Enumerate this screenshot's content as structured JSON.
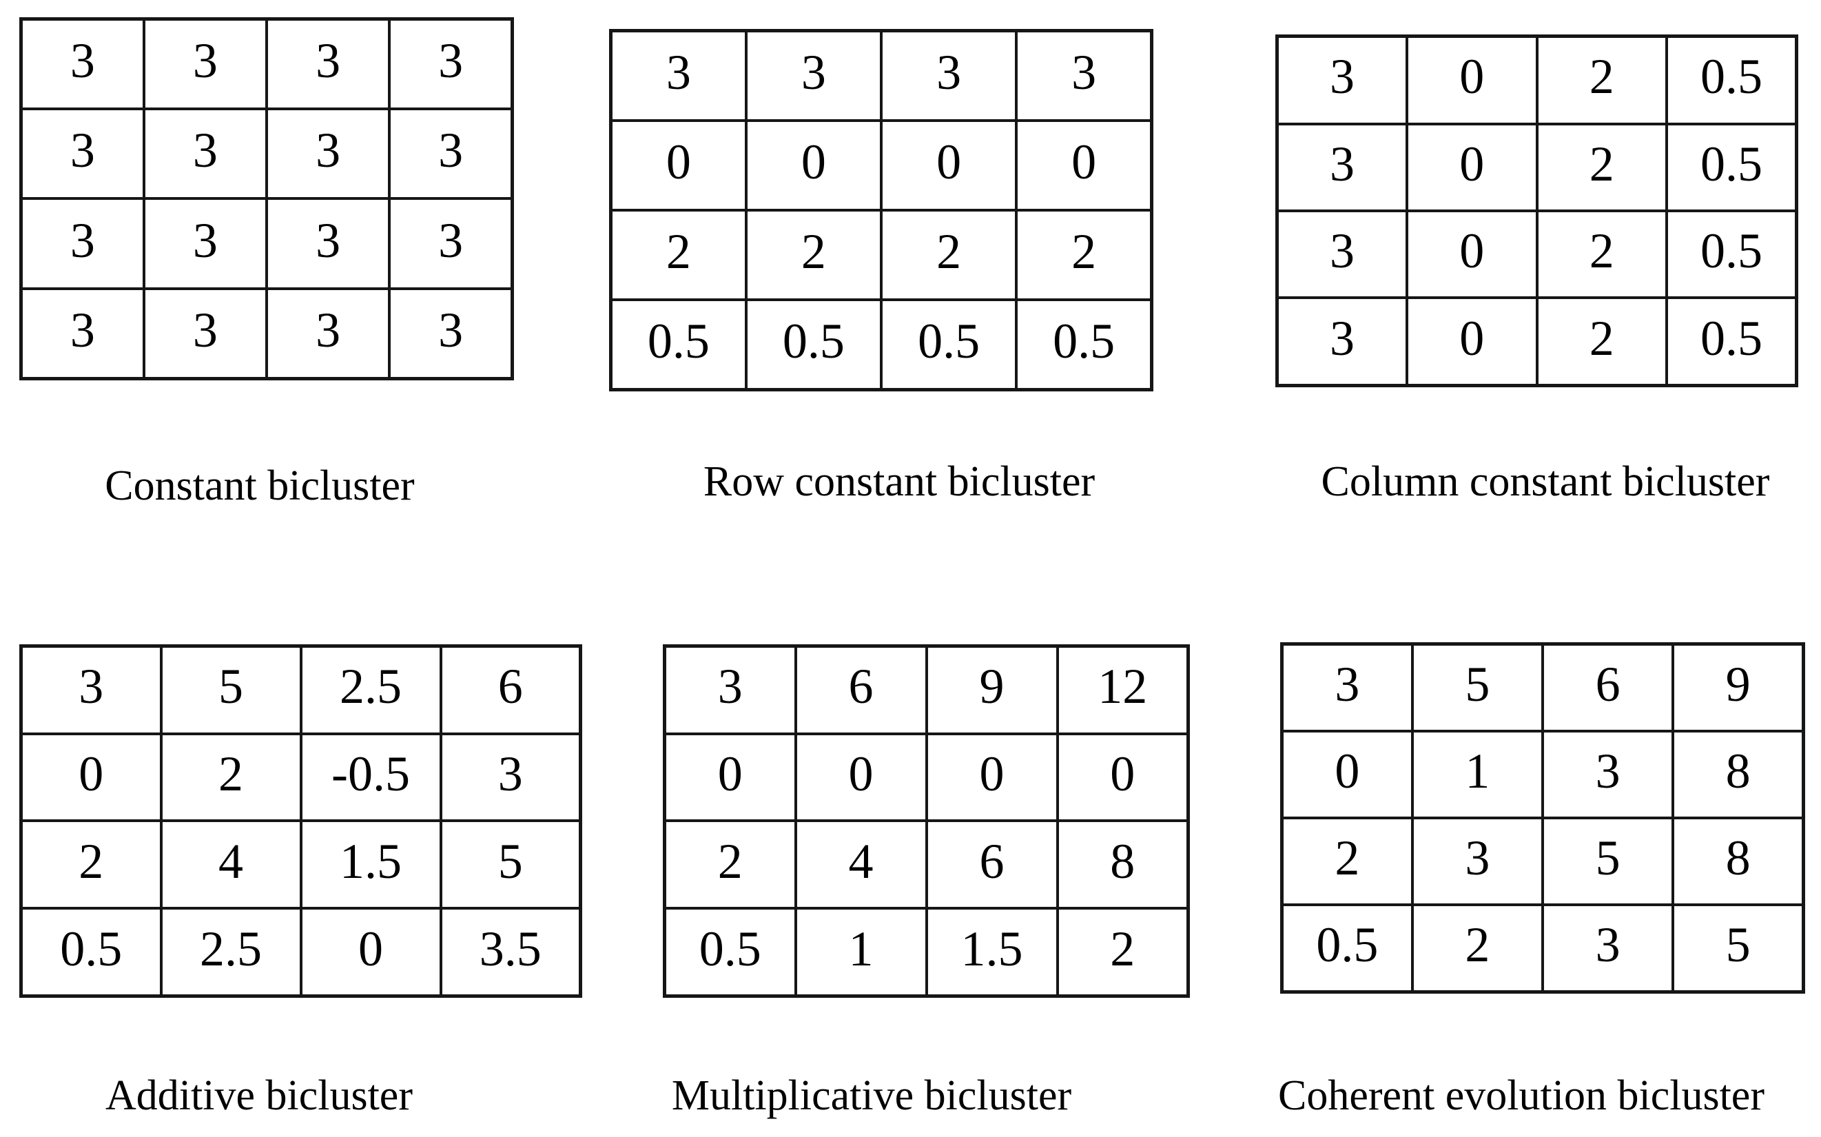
{
  "colors": {
    "background": "#ffffff",
    "text": "#000000",
    "border": "#161616"
  },
  "figures": [
    {
      "caption": "Constant bicluster",
      "rows": [
        [
          "3",
          "3",
          "3",
          "3"
        ],
        [
          "3",
          "3",
          "3",
          "3"
        ],
        [
          "3",
          "3",
          "3",
          "3"
        ],
        [
          "3",
          "3",
          "3",
          "3"
        ]
      ]
    },
    {
      "caption": "Row constant bicluster",
      "rows": [
        [
          "3",
          "3",
          "3",
          "3"
        ],
        [
          "0",
          "0",
          "0",
          "0"
        ],
        [
          "2",
          "2",
          "2",
          "2"
        ],
        [
          "0.5",
          "0.5",
          "0.5",
          "0.5"
        ]
      ]
    },
    {
      "caption": "Column constant bicluster",
      "rows": [
        [
          "3",
          "0",
          "2",
          "0.5"
        ],
        [
          "3",
          "0",
          "2",
          "0.5"
        ],
        [
          "3",
          "0",
          "2",
          "0.5"
        ],
        [
          "3",
          "0",
          "2",
          "0.5"
        ]
      ]
    },
    {
      "caption": "Additive bicluster",
      "rows": [
        [
          "3",
          "5",
          "2.5",
          "6"
        ],
        [
          "0",
          "2",
          "-0.5",
          "3"
        ],
        [
          "2",
          "4",
          "1.5",
          "5"
        ],
        [
          "0.5",
          "2.5",
          "0",
          "3.5"
        ]
      ]
    },
    {
      "caption": "Multiplicative bicluster",
      "rows": [
        [
          "3",
          "6",
          "9",
          "12"
        ],
        [
          "0",
          "0",
          "0",
          "0"
        ],
        [
          "2",
          "4",
          "6",
          "8"
        ],
        [
          "0.5",
          "1",
          "1.5",
          "2"
        ]
      ]
    },
    {
      "caption": "Coherent evolution bicluster",
      "rows": [
        [
          "3",
          "5",
          "6",
          "9"
        ],
        [
          "0",
          "1",
          "3",
          "8"
        ],
        [
          "2",
          "3",
          "5",
          "8"
        ],
        [
          "0.5",
          "2",
          "3",
          "5"
        ]
      ]
    }
  ]
}
